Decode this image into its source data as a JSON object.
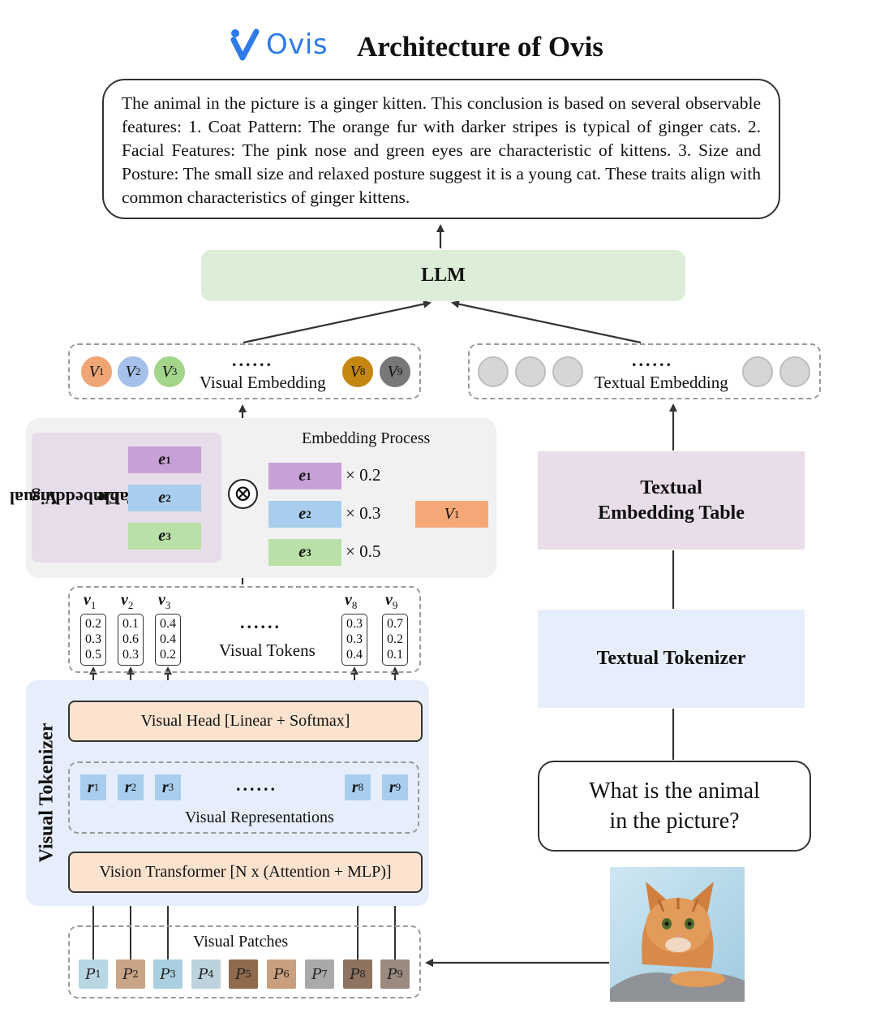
{
  "header": {
    "logo_text": "Ovis",
    "title": "Architecture of Ovis"
  },
  "answer_text": "The animal in the picture is a ginger kitten. This conclusion is based on several observable features: 1. Coat Pattern: The orange fur with darker stripes is typical of ginger cats. 2. Facial Features: The pink nose and green eyes are characteristic of kittens. 3. Size and Posture: The small size and relaxed posture suggest it is a young cat. These traits align with common characteristics of ginger kittens.",
  "llm_label": "LLM",
  "visual_embedding": {
    "label": "Visual Embedding",
    "ellipsis": "......",
    "items": [
      {
        "sym": "V",
        "sub": "1",
        "color": "#f5a877"
      },
      {
        "sym": "V",
        "sub": "2",
        "color": "#a8c4ee"
      },
      {
        "sym": "V",
        "sub": "3",
        "color": "#a6d98e"
      },
      {
        "sym": "V",
        "sub": "8",
        "color": "#c98a12"
      },
      {
        "sym": "V",
        "sub": "9",
        "color": "#7a7a7a"
      }
    ]
  },
  "textual_embedding": {
    "label": "Textual Embedding",
    "ellipsis": "......"
  },
  "embedding_table": {
    "title_line1": "Visual",
    "title_line2": "Embedding",
    "title_line3": "Table",
    "rows": [
      {
        "sym": "e",
        "sub": "1"
      },
      {
        "sym": "e",
        "sub": "2"
      },
      {
        "sym": "e",
        "sub": "3"
      }
    ]
  },
  "embedding_process": {
    "title": "Embedding Process",
    "operator": "⊗",
    "weights": [
      "× 0.2",
      "× 0.3",
      "× 0.5"
    ],
    "result": {
      "sym": "V",
      "sub": "1"
    }
  },
  "visual_tokens": {
    "label": "Visual Tokens",
    "ellipsis": "......",
    "tokens": [
      {
        "sym": "v",
        "sub": "1",
        "values": [
          "0.2",
          "0.3",
          "0.5"
        ]
      },
      {
        "sym": "v",
        "sub": "2",
        "values": [
          "0.1",
          "0.6",
          "0.3"
        ]
      },
      {
        "sym": "v",
        "sub": "3",
        "values": [
          "0.4",
          "0.4",
          "0.2"
        ]
      },
      {
        "sym": "v",
        "sub": "8",
        "values": [
          "0.3",
          "0.3",
          "0.4"
        ]
      },
      {
        "sym": "v",
        "sub": "9",
        "values": [
          "0.7",
          "0.2",
          "0.1"
        ]
      }
    ]
  },
  "visual_tokenizer": {
    "title": "Visual Tokenizer",
    "head_label": "Visual Head [Linear + Softmax]",
    "vit_label": "Vision Transformer [N x (Attention + MLP)]",
    "representations_label": "Visual Representations",
    "ellipsis": "......",
    "reps": [
      {
        "sym": "r",
        "sub": "1"
      },
      {
        "sym": "r",
        "sub": "2"
      },
      {
        "sym": "r",
        "sub": "3"
      },
      {
        "sym": "r",
        "sub": "8"
      },
      {
        "sym": "r",
        "sub": "9"
      }
    ]
  },
  "visual_patches": {
    "label": "Visual Patches",
    "patches": [
      {
        "sym": "P",
        "sub": "1",
        "color": "#b9d6e4"
      },
      {
        "sym": "P",
        "sub": "2",
        "color": "#c9a585"
      },
      {
        "sym": "P",
        "sub": "3",
        "color": "#a9cfe0"
      },
      {
        "sym": "P",
        "sub": "4",
        "color": "#bcd2dc"
      },
      {
        "sym": "P",
        "sub": "5",
        "color": "#8f6a4c"
      },
      {
        "sym": "P",
        "sub": "6",
        "color": "#c99f7d"
      },
      {
        "sym": "P",
        "sub": "7",
        "color": "#a9a9a9"
      },
      {
        "sym": "P",
        "sub": "8",
        "color": "#8e7360"
      },
      {
        "sym": "P",
        "sub": "9",
        "color": "#9b8a80"
      }
    ]
  },
  "textual_embedding_table": {
    "line1": "Textual",
    "line2": "Embedding Table"
  },
  "textual_tokenizer": "Textual Tokenizer",
  "question": {
    "line1": "What is the animal",
    "line2": "in the picture?"
  },
  "image": {
    "subject": "ginger-kitten-photo"
  }
}
